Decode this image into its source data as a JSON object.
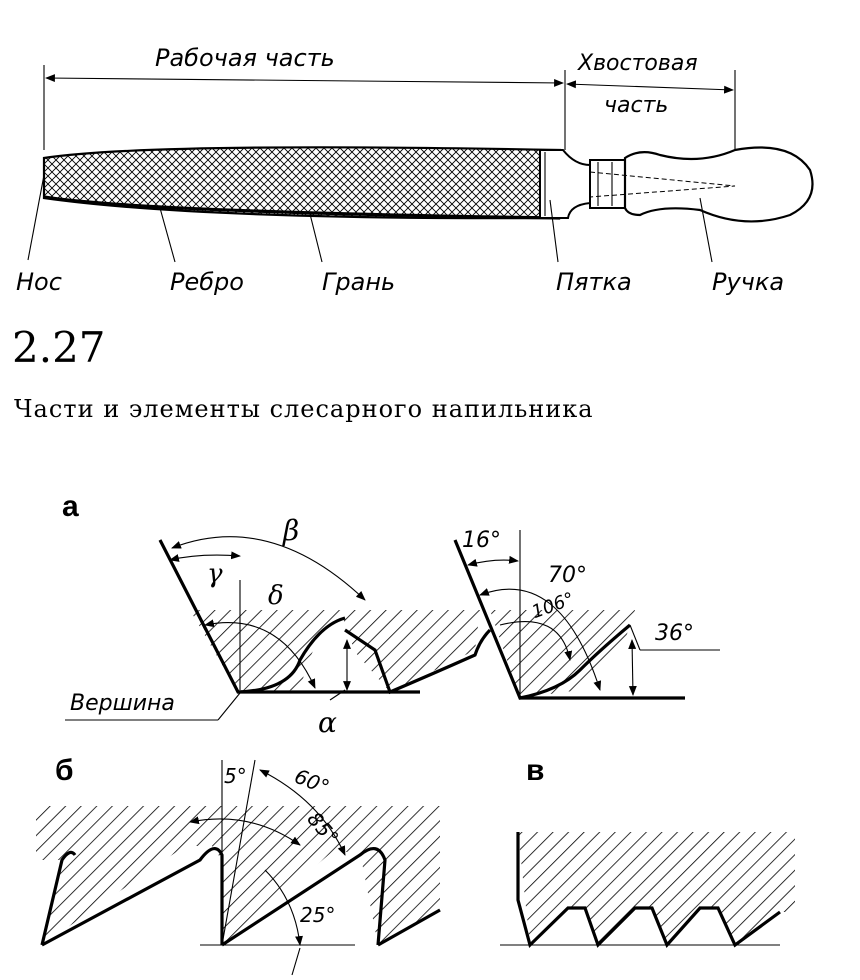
{
  "file_diagram": {
    "working_part": "Рабочая часть",
    "tail_part_line1": "Хвостовая",
    "tail_part_line2": "часть",
    "labels": {
      "nose": "Нос",
      "edge": "Ребро",
      "face": "Грань",
      "heel": "Пятка",
      "handle": "Ручка"
    }
  },
  "figure": {
    "number": "2.27",
    "caption": "Части и элементы слесарного напильника"
  },
  "panel_a": {
    "letter": "а",
    "gamma": "γ",
    "beta": "β",
    "delta": "δ",
    "alpha": "α",
    "vertex": "Вершина",
    "angle_16": "16°",
    "angle_70": "70°",
    "angle_106": "106°",
    "angle_36": "36°"
  },
  "panel_b": {
    "letter": "б",
    "angle_5": "5°",
    "angle_60": "60°",
    "angle_85": "85°",
    "angle_25": "25°"
  },
  "panel_v": {
    "letter": "в"
  }
}
